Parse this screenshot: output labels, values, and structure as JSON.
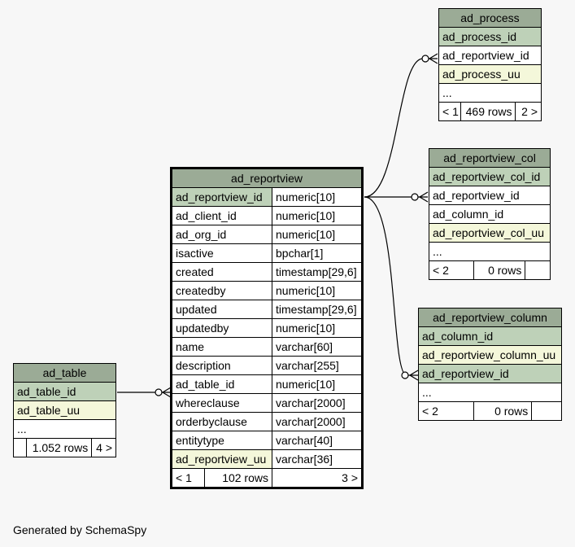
{
  "tables": {
    "ad_process": {
      "name": "ad_process",
      "columns": [
        {
          "name": "ad_process_id"
        },
        {
          "name": "ad_reportview_id"
        },
        {
          "name": "ad_process_uu"
        },
        {
          "name": "..."
        }
      ],
      "footer": {
        "prev": "< 1",
        "rows": "469 rows",
        "next": "2 >"
      }
    },
    "ad_reportview_col": {
      "name": "ad_reportview_col",
      "columns": [
        {
          "name": "ad_reportview_col_id"
        },
        {
          "name": "ad_reportview_id"
        },
        {
          "name": "ad_column_id"
        },
        {
          "name": "ad_reportview_col_uu"
        },
        {
          "name": "..."
        }
      ],
      "footer": {
        "prev": "< 2",
        "rows": "0 rows",
        "next": ""
      }
    },
    "ad_reportview_column": {
      "name": "ad_reportview_column",
      "columns": [
        {
          "name": "ad_column_id"
        },
        {
          "name": "ad_reportview_column_uu"
        },
        {
          "name": "ad_reportview_id"
        },
        {
          "name": "..."
        }
      ],
      "footer": {
        "prev": "< 2",
        "rows": "0 rows",
        "next": ""
      }
    },
    "ad_table": {
      "name": "ad_table",
      "columns": [
        {
          "name": "ad_table_id"
        },
        {
          "name": "ad_table_uu"
        },
        {
          "name": "..."
        }
      ],
      "footer": {
        "prev": "",
        "rows": "1.052 rows",
        "next": "4 >"
      }
    },
    "ad_reportview": {
      "name": "ad_reportview",
      "columns": [
        {
          "name": "ad_reportview_id",
          "type": "numeric[10]"
        },
        {
          "name": "ad_client_id",
          "type": "numeric[10]"
        },
        {
          "name": "ad_org_id",
          "type": "numeric[10]"
        },
        {
          "name": "isactive",
          "type": "bpchar[1]"
        },
        {
          "name": "created",
          "type": "timestamp[29,6]"
        },
        {
          "name": "createdby",
          "type": "numeric[10]"
        },
        {
          "name": "updated",
          "type": "timestamp[29,6]"
        },
        {
          "name": "updatedby",
          "type": "numeric[10]"
        },
        {
          "name": "name",
          "type": "varchar[60]"
        },
        {
          "name": "description",
          "type": "varchar[255]"
        },
        {
          "name": "ad_table_id",
          "type": "numeric[10]"
        },
        {
          "name": "whereclause",
          "type": "varchar[2000]"
        },
        {
          "name": "orderbyclause",
          "type": "varchar[2000]"
        },
        {
          "name": "entitytype",
          "type": "varchar[40]"
        },
        {
          "name": "ad_reportview_uu",
          "type": "varchar[36]"
        }
      ],
      "footer": {
        "prev": "< 1",
        "rows": "102 rows",
        "next": "3 >"
      }
    }
  },
  "footer_note": "Generated by SchemaSpy",
  "colors": {
    "header": "#9bab96",
    "primary_key": "#bed1b8",
    "unique_key": "#f4f7da",
    "background": "#f7f7f7"
  }
}
